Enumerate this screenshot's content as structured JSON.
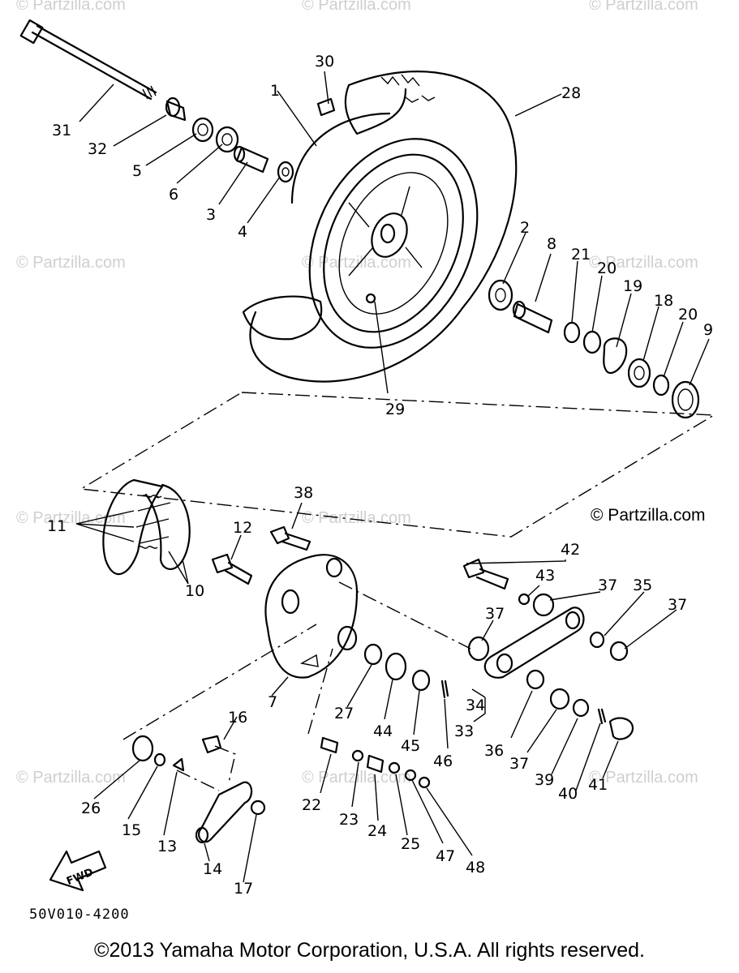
{
  "watermark_text": "© Partzilla.com",
  "partzilla_mark": "© Partzilla.com",
  "diagram_code": "50V010-4200",
  "fwd_label": "FWD",
  "copyright": "©2013 Yamaha Motor Corporation, U.S.A. All rights reserved.",
  "callouts": [
    "1",
    "2",
    "3",
    "4",
    "5",
    "6",
    "8",
    "9",
    "10",
    "11",
    "12",
    "13",
    "14",
    "15",
    "16",
    "17",
    "18",
    "19",
    "20",
    "20",
    "21",
    "22",
    "23",
    "24",
    "25",
    "26",
    "27",
    "28",
    "29",
    "30",
    "31",
    "32",
    "33",
    "34",
    "35",
    "36",
    "37",
    "37",
    "37",
    "37",
    "38",
    "39",
    "40",
    "41",
    "42",
    "43",
    "44",
    "45",
    "46",
    "47",
    "48",
    "7"
  ]
}
